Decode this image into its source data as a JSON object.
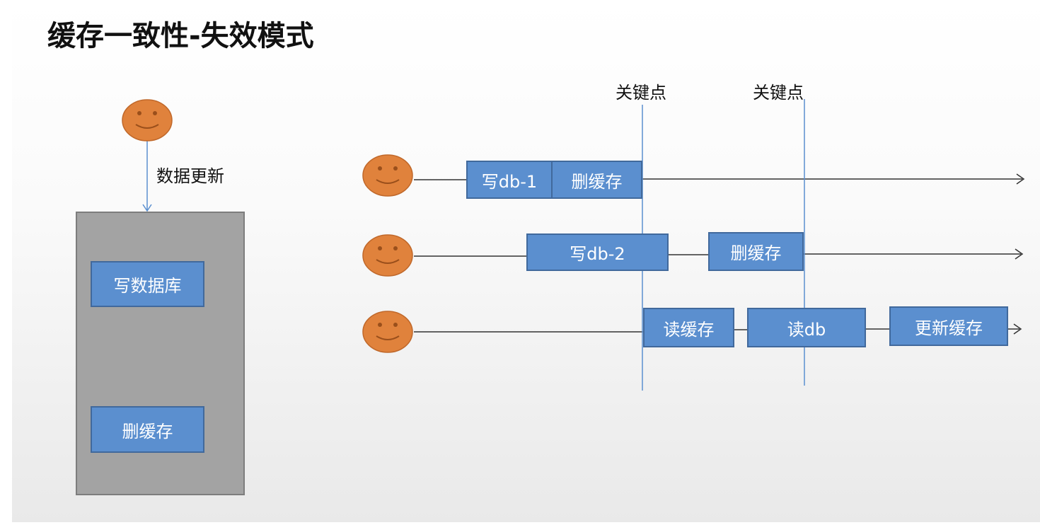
{
  "title": "缓存一致性-失效模式",
  "colors": {
    "box_fill": "#5b8fcf",
    "box_border": "#41699c",
    "face_fill": "#e0823c",
    "container_fill": "#a3a3a3",
    "key_line": "#5b8fcf"
  },
  "left_flow": {
    "actor_icon": "smiley-face-icon",
    "arrow_label": "数据更新",
    "steps": [
      "写数据库",
      "删缓存"
    ]
  },
  "key_points": [
    "关键点",
    "关键点"
  ],
  "timelines": [
    {
      "actor_icon": "smiley-face-icon",
      "steps": [
        "写db-1",
        "删缓存"
      ]
    },
    {
      "actor_icon": "smiley-face-icon",
      "steps": [
        "写db-2",
        "删缓存"
      ]
    },
    {
      "actor_icon": "smiley-face-icon",
      "steps": [
        "读缓存",
        "读db",
        "更新缓存"
      ]
    }
  ]
}
